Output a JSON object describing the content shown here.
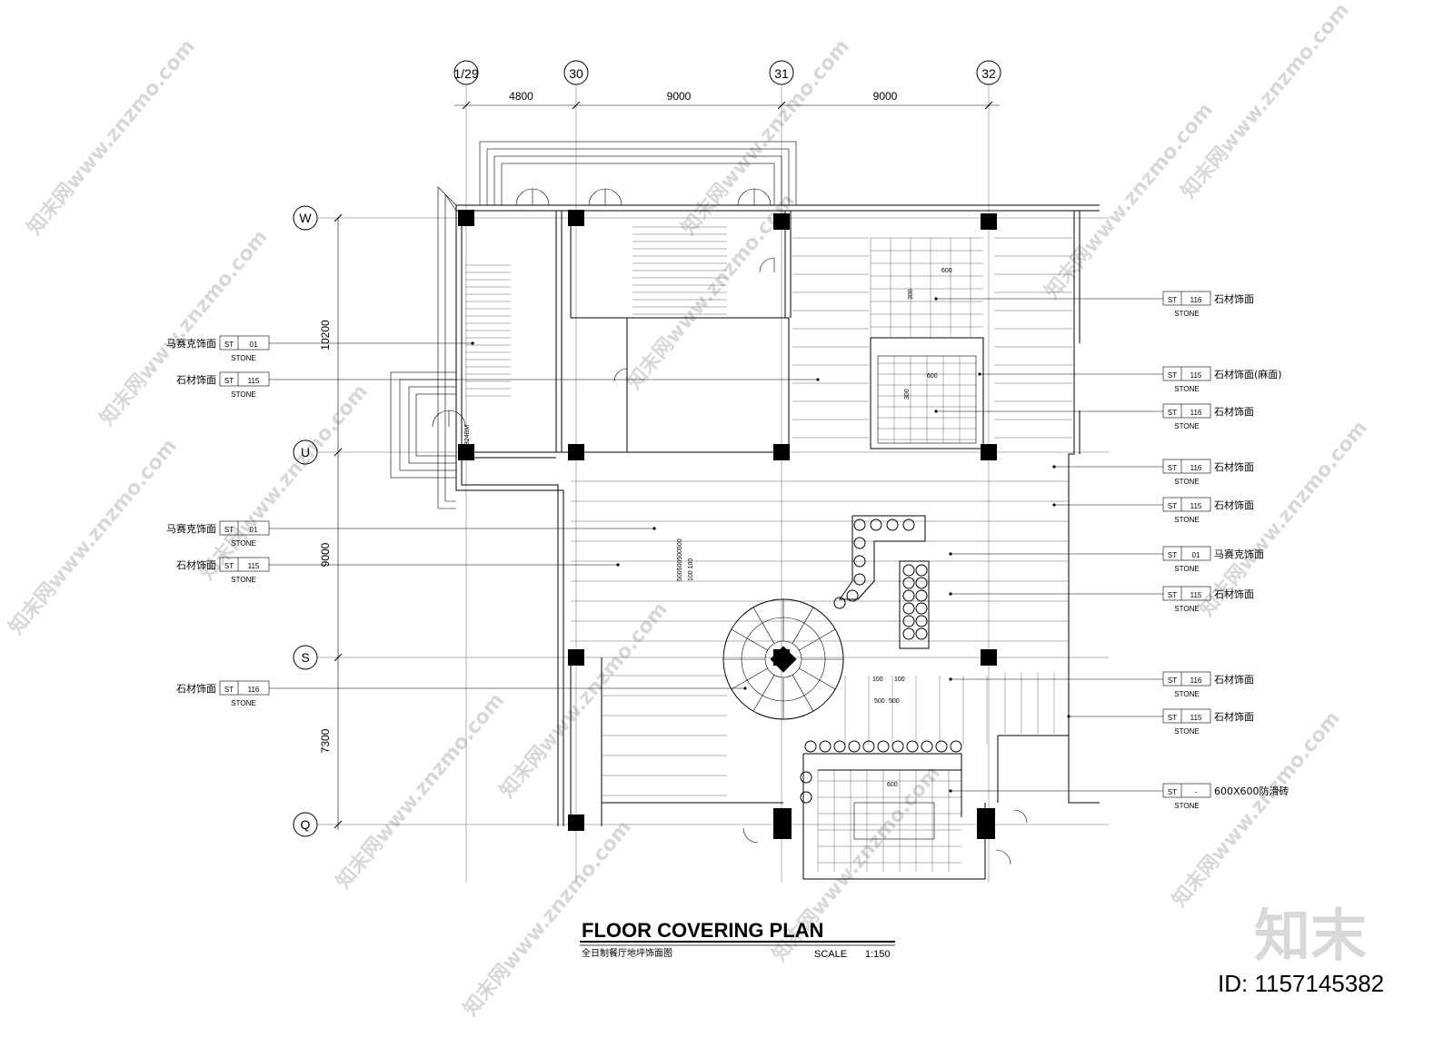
{
  "grid": {
    "columns": [
      "1/29",
      "30",
      "31",
      "32"
    ],
    "rows": [
      "W",
      "U",
      "S",
      "Q"
    ],
    "col_dims": [
      "4800",
      "9000",
      "9000"
    ],
    "row_dims": [
      "10200",
      "9000",
      "7300"
    ]
  },
  "left_tags": [
    {
      "name": "马赛克饰面",
      "code": "ST",
      "num": "01",
      "sub": "STONE"
    },
    {
      "name": "石材饰面",
      "code": "ST",
      "num": "115",
      "sub": "STONE"
    },
    {
      "name": "马赛克饰面",
      "code": "ST",
      "num": "01",
      "sub": "STONE"
    },
    {
      "name": "石材饰面",
      "code": "ST",
      "num": "115",
      "sub": "STONE"
    },
    {
      "name": "石材饰面",
      "code": "ST",
      "num": "116",
      "sub": "STONE"
    }
  ],
  "right_tags": [
    {
      "name": "石材饰面",
      "code": "ST",
      "num": "116",
      "sub": "STONE"
    },
    {
      "name": "石材饰面(麻面)",
      "code": "ST",
      "num": "115",
      "sub": "STONE"
    },
    {
      "name": "石材饰面",
      "code": "ST",
      "num": "116",
      "sub": "STONE"
    },
    {
      "name": "石材饰面",
      "code": "ST",
      "num": "116",
      "sub": "STONE"
    },
    {
      "name": "石材饰面",
      "code": "ST",
      "num": "115",
      "sub": "STONE"
    },
    {
      "name": "马赛克饰面",
      "code": "ST",
      "num": "01",
      "sub": "STONE"
    },
    {
      "name": "石材饰面",
      "code": "ST",
      "num": "115",
      "sub": "STONE"
    },
    {
      "name": "石材饰面",
      "code": "ST",
      "num": "116",
      "sub": "STONE"
    },
    {
      "name": "石材饰面",
      "code": "ST",
      "num": "115",
      "sub": "STONE"
    },
    {
      "name": "600X600防滑砖",
      "code": "ST",
      "num": "-",
      "sub": "STONE"
    }
  ],
  "plan_labels": {
    "tile_600_a": "600",
    "tile_300_a": "300",
    "tile_600_b": "600",
    "tile_300_b": "300",
    "dim_1824": "1824BM",
    "dim_500a": "500",
    "dim_500b": "500",
    "dim_100a": "100",
    "dim_100b": "100",
    "dim_600c": "600",
    "dim_side": "500500500500",
    "dim_side2": "100 100"
  },
  "title": {
    "main": "FLOOR COVERING PLAN",
    "sub": "全日制餐厅地坪饰面图",
    "scale_label": "SCALE",
    "scale_value": "1:150"
  },
  "watermark": {
    "brand": "知末",
    "id": "ID: 1157145382",
    "site": "知末网www.znzmo.com"
  }
}
